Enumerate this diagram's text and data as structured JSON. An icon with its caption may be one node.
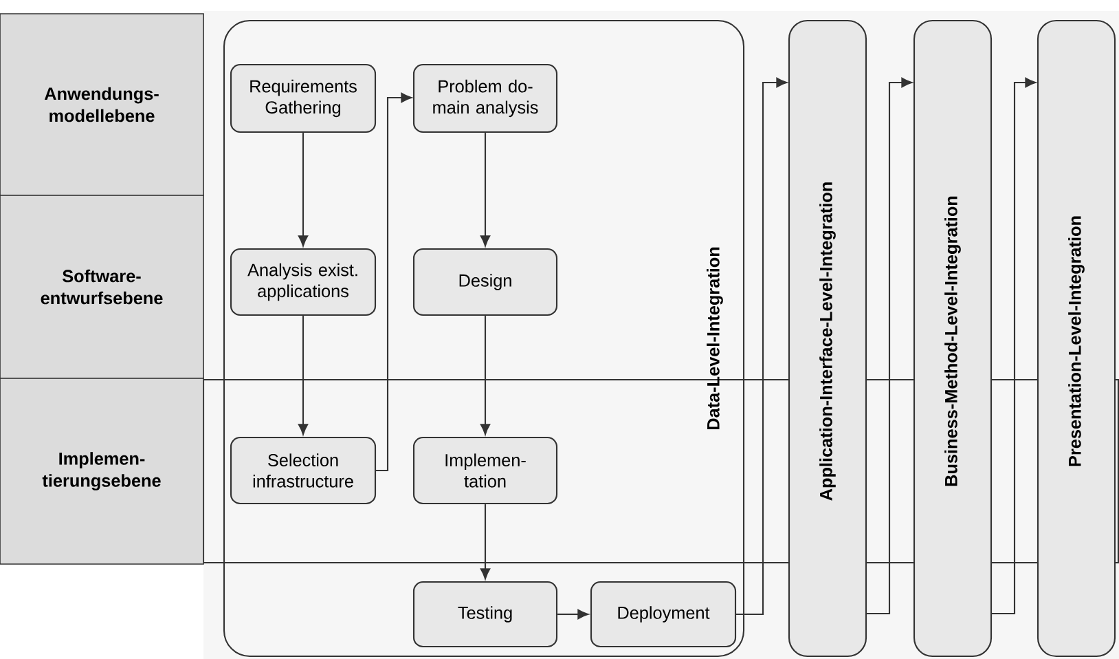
{
  "diagram": {
    "nodes": [
      {
        "text": [
          "Anwendungs- modellebene"
        ]
      },
      {
        "text": [
          "Software- entwurfsebene"
        ]
      },
      {
        "text": [
          "Implemen- tierungsebene"
        ]
      },
      {
        "text": [
          "Data-Level-Integration"
        ]
      },
      {
        "text": [
          "Requirements Gathering"
        ],
        "in": 3
      },
      {
        "text": [
          "Problem do- main analysis"
        ],
        "in": 3
      },
      {
        "text": [
          "Analysis exist. applications"
        ],
        "in": 3
      },
      {
        "text": [
          "Design"
        ],
        "in": 3
      },
      {
        "text": [
          "Selection infrastructure"
        ],
        "in": 3
      },
      {
        "text": [
          "Implemen- tation"
        ],
        "in": 3
      },
      {
        "text": [
          "Testing"
        ],
        "in": 3
      },
      {
        "text": [
          "Deployment"
        ],
        "in": 3
      },
      {
        "text": [
          "Application-Interface-Level-Integration"
        ]
      },
      {
        "text": [
          "Business-Method-Level-Integration"
        ]
      },
      {
        "text": [
          "Presentation-Level-Integration"
        ]
      }
    ],
    "edges": [
      {
        "from": 4,
        "to": 6,
        "arrow": "to"
      },
      {
        "from": 6,
        "to": 8,
        "arrow": "to"
      },
      {
        "from": 8,
        "to": 5,
        "arrow": "to"
      },
      {
        "from": 5,
        "to": 7,
        "arrow": "to"
      },
      {
        "from": 7,
        "to": 9,
        "arrow": "to"
      },
      {
        "from": 9,
        "to": 10,
        "arrow": "to"
      },
      {
        "from": 10,
        "to": 11,
        "arrow": "to"
      },
      {
        "from": 11,
        "to": 12,
        "arrow": "to"
      },
      {
        "from": 12,
        "to": 13,
        "arrow": "to"
      },
      {
        "from": 13,
        "to": 14,
        "arrow": "to"
      }
    ]
  }
}
